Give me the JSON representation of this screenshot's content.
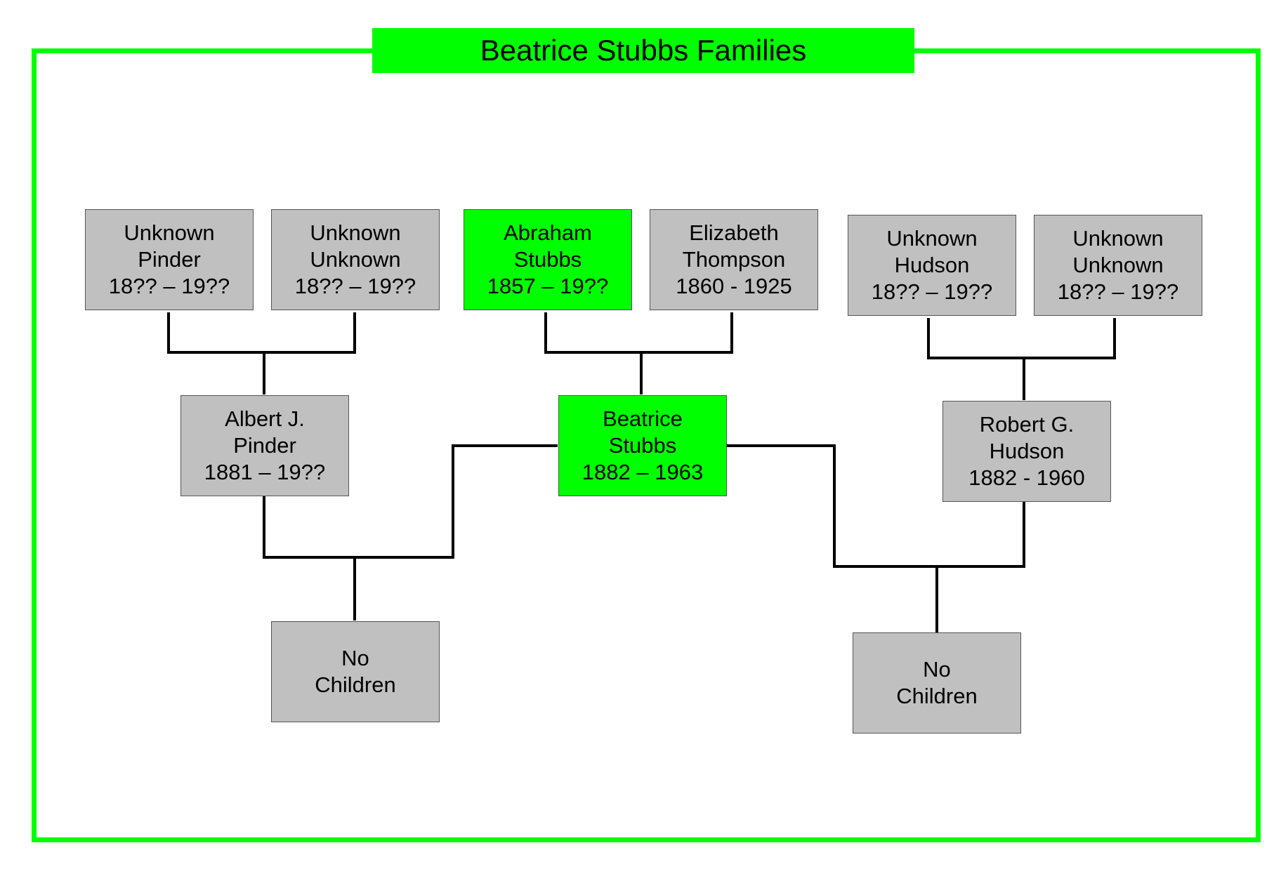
{
  "title": "Beatrice Stubbs Families",
  "colors": {
    "frame": "#00ff00",
    "highlight": "#00ff00",
    "box": "#c0c0c0",
    "line": "#000000"
  },
  "people": {
    "unknown_pinder": {
      "line1": "Unknown",
      "line2": "Pinder",
      "dates": "18?? – 19??"
    },
    "unknown_unknown_1": {
      "line1": "Unknown",
      "line2": "Unknown",
      "dates": "18?? – 19??"
    },
    "abraham_stubbs": {
      "line1": "Abraham",
      "line2": "Stubbs",
      "dates": "1857 – 19??"
    },
    "elizabeth_thompson": {
      "line1": "Elizabeth",
      "line2": "Thompson",
      "dates": "1860 - 1925"
    },
    "unknown_hudson": {
      "line1": "Unknown",
      "line2": "Hudson",
      "dates": "18?? – 19??"
    },
    "unknown_unknown_2": {
      "line1": "Unknown",
      "line2": "Unknown",
      "dates": "18?? – 19??"
    },
    "albert_pinder": {
      "line1": "Albert J.",
      "line2": "Pinder",
      "dates": "1881 – 19??"
    },
    "beatrice_stubbs": {
      "line1": "Beatrice",
      "line2": "Stubbs",
      "dates": "1882 – 1963"
    },
    "robert_hudson": {
      "line1": "Robert G.",
      "line2": "Hudson",
      "dates": "1882 - 1960"
    },
    "no_children_1": {
      "line1": "No",
      "line2": "Children"
    },
    "no_children_2": {
      "line1": "No",
      "line2": "Children"
    }
  }
}
